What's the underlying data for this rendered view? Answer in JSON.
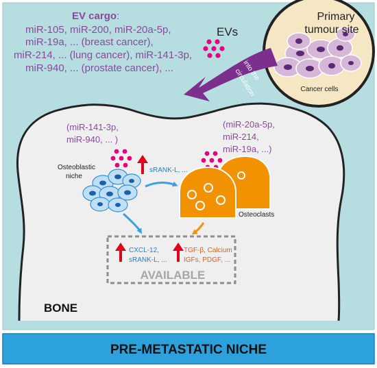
{
  "cargo": {
    "title": "EV cargo",
    "colon": ":",
    "lines": [
      "miR-105, miR-200, miR-20a-5p,",
      "miR-19a, ... (breast cancer),",
      "miR-214, ... (lung cancer), miR-141-3p,",
      "miR-940, ... (prostate cancer), ..."
    ]
  },
  "tumour": {
    "title_line1": "Primary",
    "title_line2": "tumour site",
    "cells_label": "Cancer cells"
  },
  "evs_label": "EVs",
  "circulation": {
    "line1": "into the",
    "line2": "circulation"
  },
  "osteoblast": {
    "mirna_line1": "(miR-141-3p,",
    "mirna_line2": "miR-940, ... )",
    "niche_line1": "Osteoblastic",
    "niche_line2": "niche",
    "srankl": "sRANK-L, ..."
  },
  "osteoclast": {
    "mirna_line1": "(miR-20a-5p,",
    "mirna_line2": "miR-214,",
    "mirna_line3": "miR-19a, ...)",
    "label": "Osteoclasts"
  },
  "available": {
    "left_line1": "CXCL-12,",
    "left_line2": "sRANK-L, ...",
    "right_line1": "TGF-β, Calcium",
    "right_line2": "IGFs, PDGF, ...",
    "label": "AVAILABLE"
  },
  "bone_label": "BONE",
  "banner": "PRE-METASTATIC NICHE",
  "colors": {
    "background": "#b6dde0",
    "bone": "#efefef",
    "purple": "#8a4a9c",
    "blue_text": "#2a7fc1",
    "red_arrow": "#e0001b",
    "orange": "#f39200",
    "orange_text": "#e2601a",
    "pink_dots": "#e6007e",
    "banner": "#2ca1dc",
    "tumour_bg": "#f5e7c3"
  }
}
